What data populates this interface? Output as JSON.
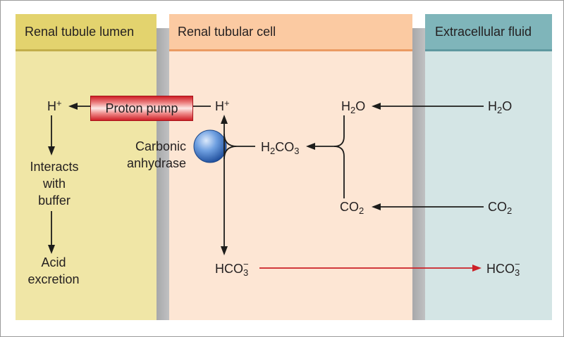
{
  "columns": {
    "lumen": {
      "title": "Renal tubule lumen",
      "header_color": "#e3d36e",
      "body_color": "#f0e6a6"
    },
    "cell": {
      "title": "Renal tubular cell",
      "header_color": "#fbcaa2",
      "body_color": "#fde6d4"
    },
    "extracellular": {
      "title": "Extracellular fluid",
      "header_color": "#7fb5ba",
      "body_color": "#d4e5e5"
    }
  },
  "lumen": {
    "h_ion": "H+",
    "buffer_text": [
      "Interacts",
      "with",
      "buffer"
    ],
    "excretion_text": [
      "Acid",
      "excretion"
    ]
  },
  "proton_pump": {
    "label": "Proton pump"
  },
  "cell": {
    "h_ion": "H+",
    "enzyme_label": [
      "Carbonic",
      "anhydrase"
    ],
    "carbonic_acid": "H2CO3",
    "water": "H2O",
    "carbon_dioxide": "CO2",
    "bicarbonate": "HCO3−"
  },
  "extracellular": {
    "water": "H2O",
    "carbon_dioxide": "CO2",
    "bicarbonate": "HCO3−"
  },
  "colors": {
    "arrow": "#1d1d1b",
    "bicarbonate_arrow": "#cc2027",
    "proton_pump": "#cf1f26",
    "enzyme": "#6e9fe0",
    "separator": "#b5b6b8"
  }
}
